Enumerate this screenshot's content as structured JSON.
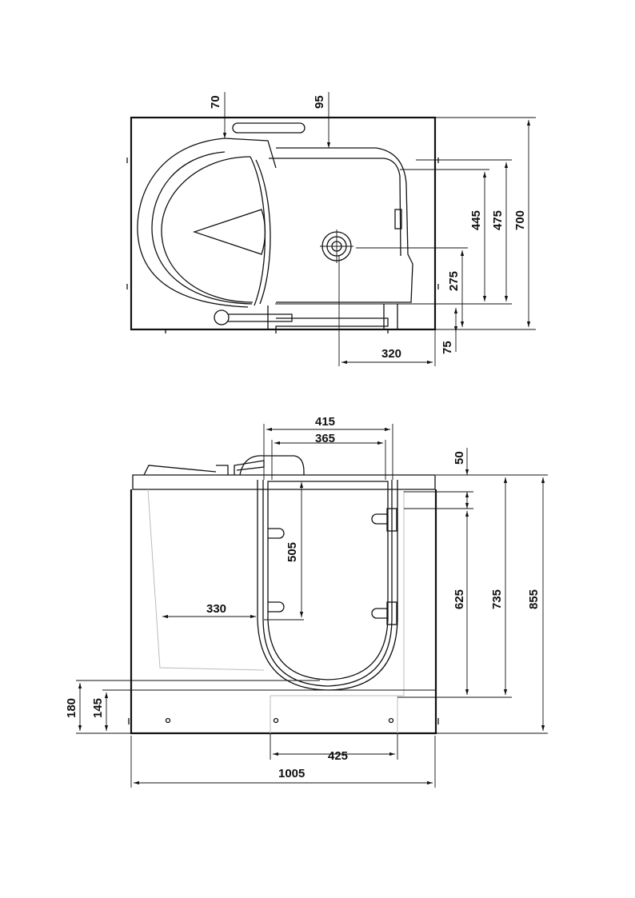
{
  "top_view": {
    "dims": {
      "d70": "70",
      "d95": "95",
      "d445": "445",
      "d475": "475",
      "d700": "700",
      "d275": "275",
      "d75": "75",
      "d320": "320"
    }
  },
  "front_view": {
    "dims": {
      "d415": "415",
      "d365": "365",
      "d50": "50",
      "d505": "505",
      "d330": "330",
      "d625": "625",
      "d735": "735",
      "d855": "855",
      "d180": "180",
      "d145": "145",
      "d425": "425",
      "d1005": "1005"
    }
  },
  "colors": {
    "line": "#111111",
    "hidden": "#bbbbbb"
  }
}
